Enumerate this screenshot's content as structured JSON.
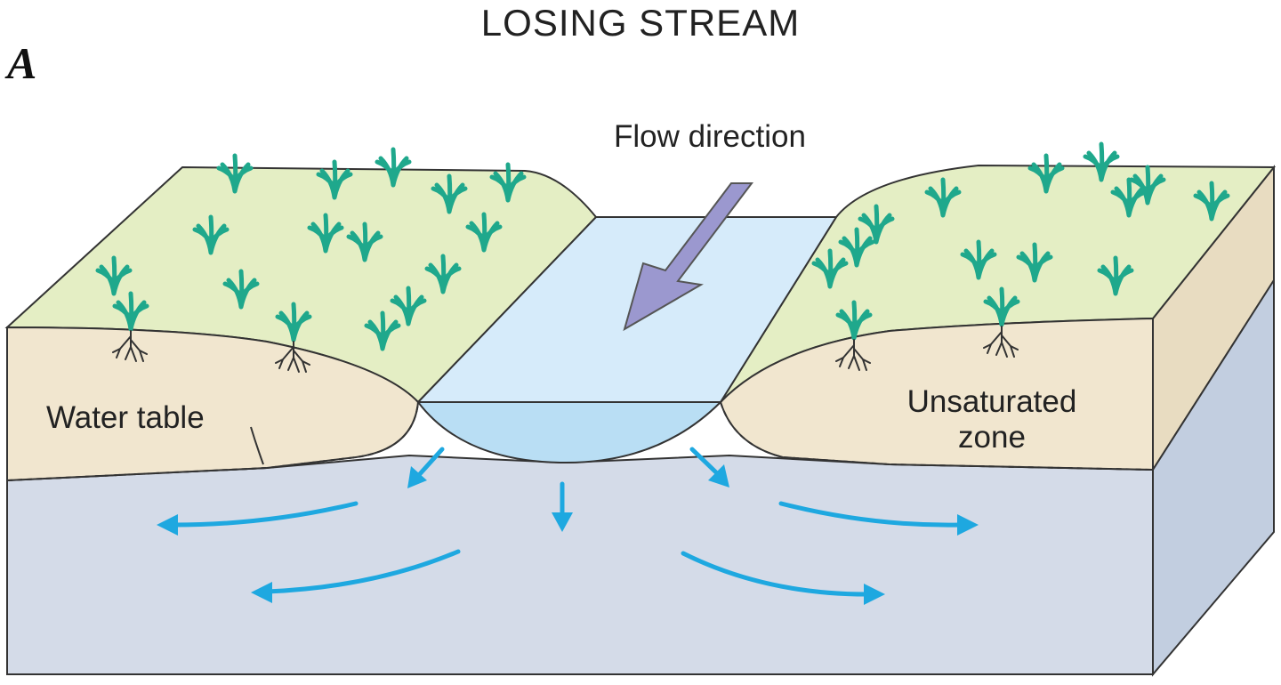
{
  "title": "LOSING STREAM",
  "panel_letter": "A",
  "labels": {
    "flow_direction": "Flow direction",
    "water_table": "Water table",
    "unsaturated_line1": "Unsaturated",
    "unsaturated_line2": "zone"
  },
  "colors": {
    "grass": "#e4eec4",
    "soil": "#f1e6cf",
    "soil_side": "#e8dcc1",
    "groundwater": "#d4dbe8",
    "groundwater_side": "#c2cee0",
    "stream_surface": "#d6ebfa",
    "stream_channel": "#b9def4",
    "flow_arrow": "#9b98cf",
    "seepage_arrow": "#1ea8e0",
    "plant": "#1fa88c",
    "outline": "#333333"
  },
  "icons": [
    "plant-icon",
    "root-icon",
    "flow-arrow-icon",
    "seepage-arrow-icon"
  ]
}
